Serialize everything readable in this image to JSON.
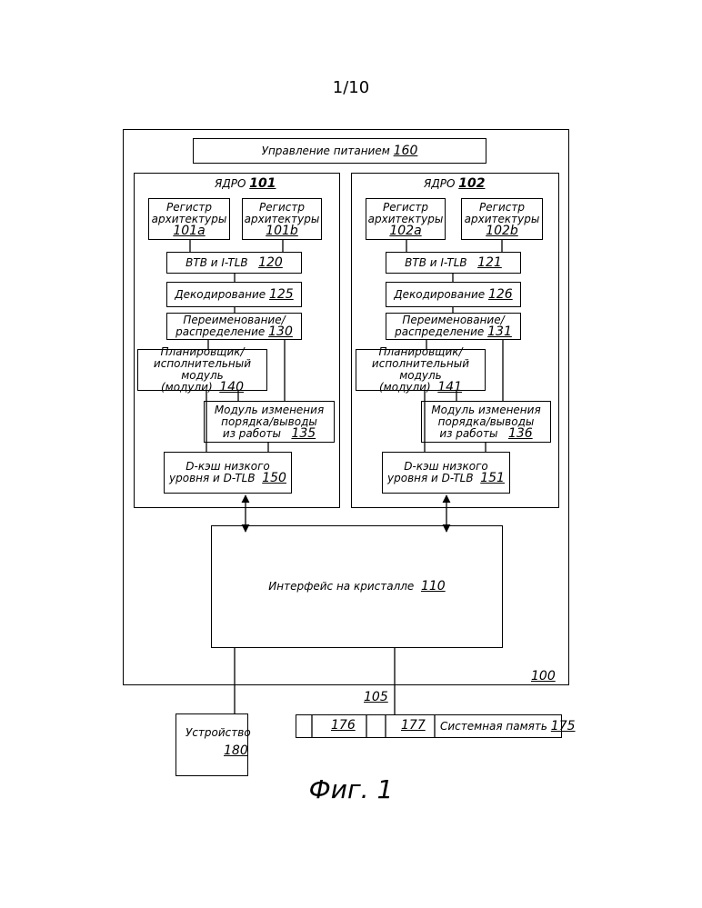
{
  "page_number": "1/10",
  "figure_caption": "Фиг. 1",
  "processor": {
    "ref": "100"
  },
  "power": {
    "label": "Управление питанием",
    "ref": "160"
  },
  "bus_ref": "105",
  "core1": {
    "label": "ЯДРО",
    "ref": "101",
    "reg_a": {
      "label": "Регистр архитектуры",
      "ref": "101a"
    },
    "reg_b": {
      "label": "Регистр архитектуры",
      "ref": "101b"
    },
    "btb": {
      "label": "BTB и I-TLB",
      "ref": "120"
    },
    "decode": {
      "label": "Декодирование",
      "ref": "125"
    },
    "rename": {
      "line1": "Переименование/",
      "line2": "распределение",
      "ref": "130"
    },
    "sched": {
      "line1": "Планировщик/",
      "line2": "исполнительный модуль",
      "line3": "(модули)",
      "ref": "140"
    },
    "reorder": {
      "line1": "Модуль изменения",
      "line2": "порядка/выводы",
      "line3": "из работы",
      "ref": "135"
    },
    "dcache": {
      "line1": "D-кэш низкого",
      "line2": "уровня и D-TLB",
      "ref": "150"
    }
  },
  "core2": {
    "label": "ЯДРО",
    "ref": "102",
    "reg_a": {
      "label": "Регистр архитектуры",
      "ref": "102a"
    },
    "reg_b": {
      "label": "Регистр архитектуры",
      "ref": "102b"
    },
    "btb": {
      "label": "BTB и I-TLB",
      "ref": "121"
    },
    "decode": {
      "label": "Декодирование",
      "ref": "126"
    },
    "rename": {
      "line1": "Переименование/",
      "line2": "распределение",
      "ref": "131"
    },
    "sched": {
      "line1": "Планировщик/",
      "line2": "исполнительный модуль",
      "line3": "(модули)",
      "ref": "141"
    },
    "reorder": {
      "line1": "Модуль изменения",
      "line2": "порядка/выводы",
      "line3": "из работы",
      "ref": "136"
    },
    "dcache": {
      "line1": "D-кэш низкого",
      "line2": "уровня и D-TLB",
      "ref": "151"
    }
  },
  "interface": {
    "label": "Интерфейс на кристалле",
    "ref": "110"
  },
  "device": {
    "label": "Устройство",
    "ref": "180"
  },
  "memory": {
    "label": "Системная память",
    "ref": "175",
    "cell1_ref": "176",
    "cell2_ref": "177"
  }
}
